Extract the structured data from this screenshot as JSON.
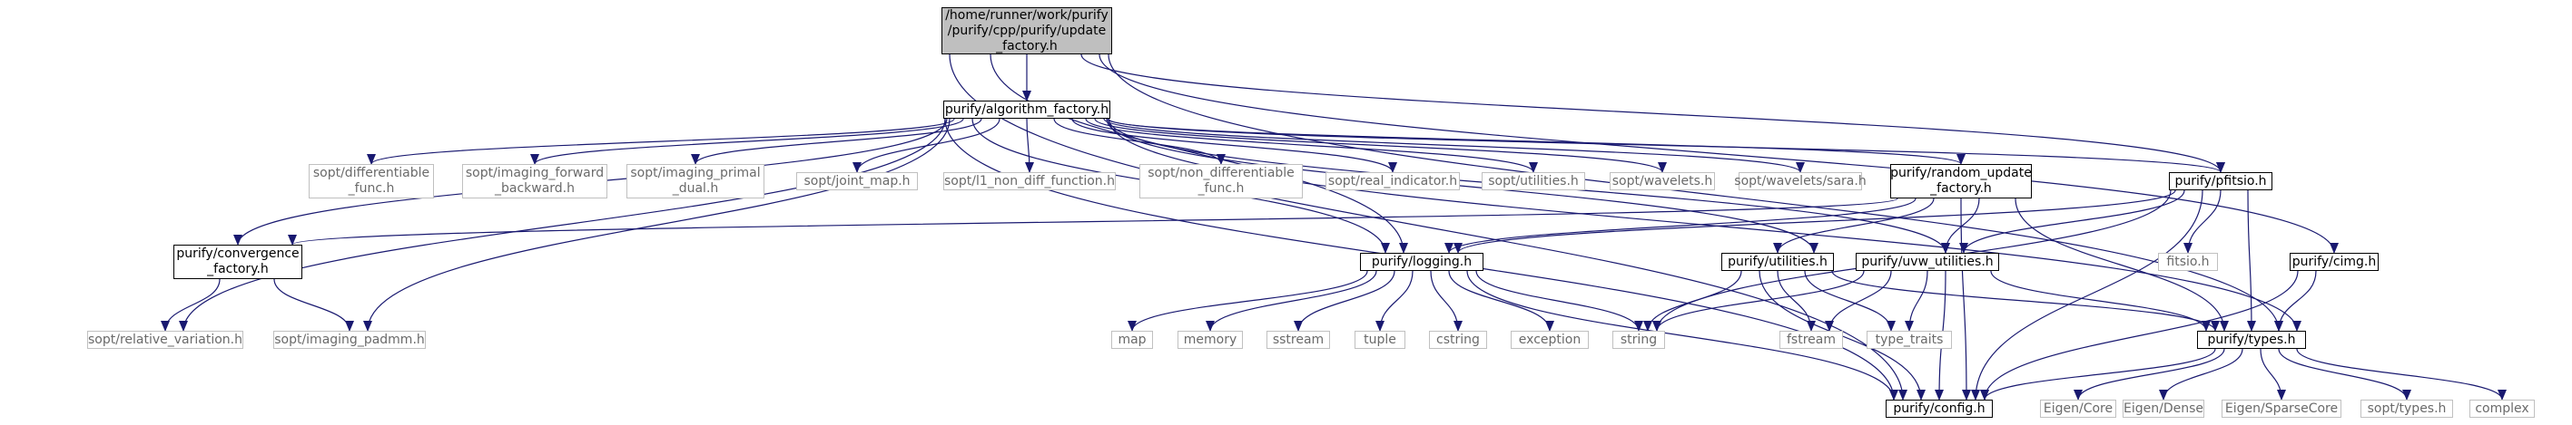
{
  "graph": {
    "root": {
      "lines": [
        "/home/runner/work/purify",
        "/purify/cpp/purify/update",
        "_factory.h"
      ]
    },
    "nodes": {
      "algorithm_factory": {
        "lines": [
          "purify/algorithm_factory.h"
        ]
      },
      "differentiable_func": {
        "lines": [
          "sopt/differentiable",
          "_func.h"
        ]
      },
      "imaging_forward_backward": {
        "lines": [
          "sopt/imaging_forward",
          "_backward.h"
        ]
      },
      "imaging_primal_dual": {
        "lines": [
          "sopt/imaging_primal",
          "_dual.h"
        ]
      },
      "joint_map": {
        "lines": [
          "sopt/joint_map.h"
        ]
      },
      "l1_non_diff_function": {
        "lines": [
          "sopt/l1_non_diff_function.h"
        ]
      },
      "non_differentiable_func": {
        "lines": [
          "sopt/non_differentiable",
          "_func.h"
        ]
      },
      "real_indicator": {
        "lines": [
          "sopt/real_indicator.h"
        ]
      },
      "sopt_utilities": {
        "lines": [
          "sopt/utilities.h"
        ]
      },
      "wavelets": {
        "lines": [
          "sopt/wavelets.h"
        ]
      },
      "wavelets_sara": {
        "lines": [
          "sopt/wavelets/sara.h"
        ]
      },
      "random_update_factory": {
        "lines": [
          "purify/random_update",
          "_factory.h"
        ]
      },
      "pfitsio": {
        "lines": [
          "purify/pfitsio.h"
        ]
      },
      "convergence_factory": {
        "lines": [
          "purify/convergence",
          "_factory.h"
        ]
      },
      "logging": {
        "lines": [
          "purify/logging.h"
        ]
      },
      "utilities": {
        "lines": [
          "purify/utilities.h"
        ]
      },
      "uvw_utilities": {
        "lines": [
          "purify/uvw_utilities.h"
        ]
      },
      "fitsio": {
        "lines": [
          "fitsio.h"
        ]
      },
      "cimg": {
        "lines": [
          "purify/cimg.h"
        ]
      },
      "relative_variation": {
        "lines": [
          "sopt/relative_variation.h"
        ]
      },
      "imaging_padmm": {
        "lines": [
          "sopt/imaging_padmm.h"
        ]
      },
      "map": {
        "lines": [
          "map"
        ]
      },
      "memory": {
        "lines": [
          "memory"
        ]
      },
      "sstream": {
        "lines": [
          "sstream"
        ]
      },
      "tuple": {
        "lines": [
          "tuple"
        ]
      },
      "cstring": {
        "lines": [
          "cstring"
        ]
      },
      "exception": {
        "lines": [
          "exception"
        ]
      },
      "string": {
        "lines": [
          "string"
        ]
      },
      "fstream": {
        "lines": [
          "fstream"
        ]
      },
      "type_traits": {
        "lines": [
          "type_traits"
        ]
      },
      "types": {
        "lines": [
          "purify/types.h"
        ]
      },
      "config": {
        "lines": [
          "purify/config.h"
        ]
      },
      "eigen_core": {
        "lines": [
          "Eigen/Core"
        ]
      },
      "eigen_dense": {
        "lines": [
          "Eigen/Dense"
        ]
      },
      "eigen_sparsecore": {
        "lines": [
          "Eigen/SparseCore"
        ]
      },
      "sopt_types": {
        "lines": [
          "sopt/types.h"
        ]
      },
      "complex": {
        "lines": [
          "complex"
        ]
      }
    },
    "edge_color": "#191970"
  }
}
